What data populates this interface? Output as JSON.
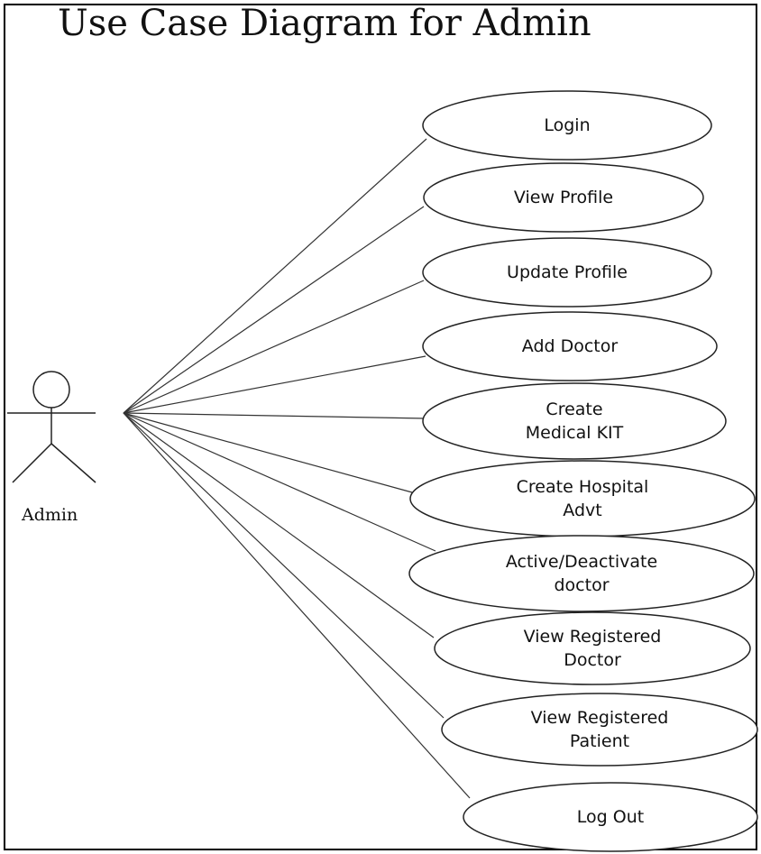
{
  "title": "Use Case Diagram for Admin",
  "actor": {
    "label": "Admin"
  },
  "use_cases": [
    {
      "id": "login",
      "lines": [
        "Login"
      ]
    },
    {
      "id": "view-profile",
      "lines": [
        "View Profile"
      ]
    },
    {
      "id": "update-profile",
      "lines": [
        "Update Profile"
      ]
    },
    {
      "id": "add-doctor",
      "lines": [
        "Add Doctor"
      ]
    },
    {
      "id": "create-medical-kit",
      "lines": [
        "Create",
        "Medical KIT"
      ]
    },
    {
      "id": "create-hospital-advt",
      "lines": [
        "Create Hospital",
        "Advt"
      ]
    },
    {
      "id": "active-deactivate-doctor",
      "lines": [
        "Active/Deactivate",
        "doctor"
      ]
    },
    {
      "id": "view-registered-doctor",
      "lines": [
        "View Registered",
        "Doctor"
      ]
    },
    {
      "id": "view-registered-patient",
      "lines": [
        "View Registered",
        "Patient"
      ]
    },
    {
      "id": "log-out",
      "lines": [
        "Log Out"
      ]
    }
  ]
}
